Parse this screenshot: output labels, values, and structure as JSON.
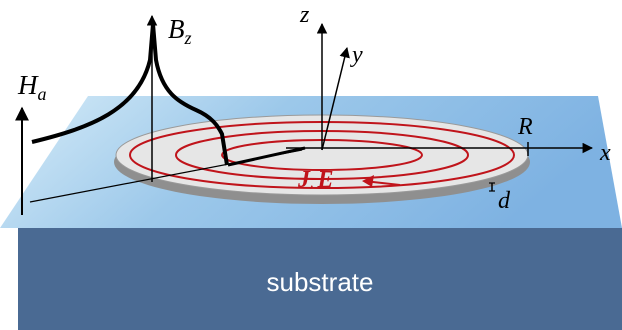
{
  "labels": {
    "ha_main": "H",
    "ha_sub": "a",
    "bz_main": "B",
    "bz_sub": "z",
    "z_axis": "z",
    "y_axis": "y",
    "x_axis": "x",
    "radius": "R",
    "thickness": "d",
    "current_j": "J",
    "current_sep": ",",
    "current_e": "E",
    "substrate": "substrate"
  },
  "colors": {
    "substrate_top_light": "#d6ecf8",
    "substrate_top_mid": "#9cc8ea",
    "substrate_top_dark": "#7eb2e2",
    "substrate_front": "#4a6a93",
    "disk_fill": "#e6e6e6",
    "disk_edge": "#8a8a8a",
    "current_loop": "#c0141b",
    "axes": "#000000",
    "substrate_label": "#ffffff"
  }
}
